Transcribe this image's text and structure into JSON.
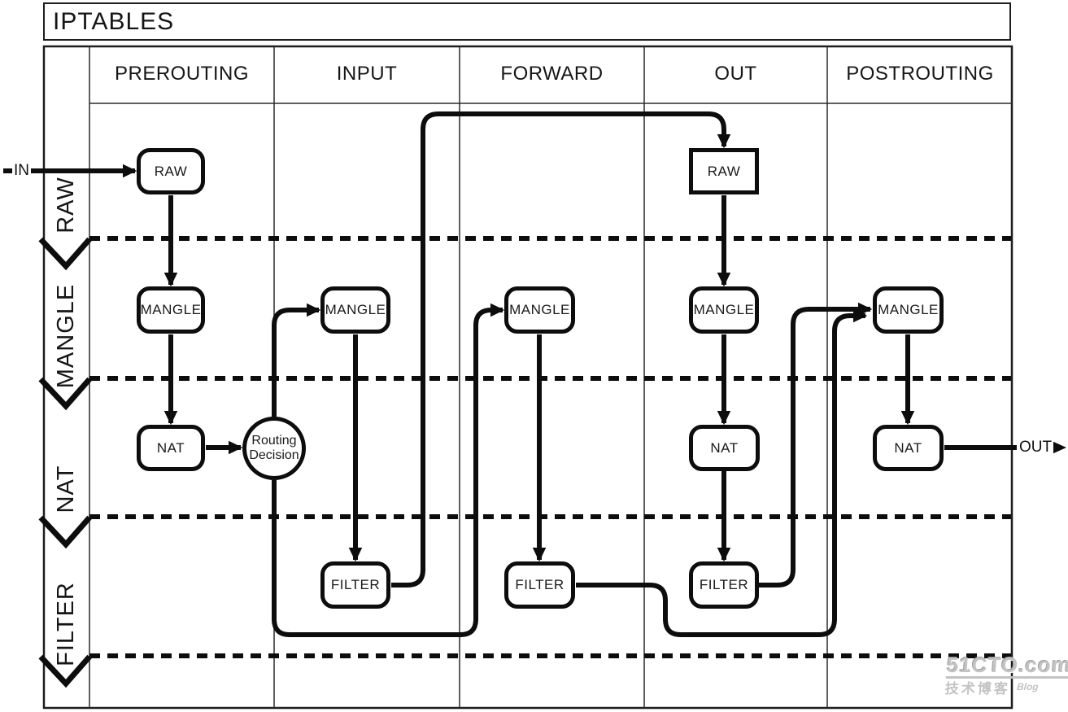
{
  "title": "IPTABLES",
  "columns": [
    {
      "label": "PREROUTING"
    },
    {
      "label": "INPUT"
    },
    {
      "label": "FORWARD"
    },
    {
      "label": "OUT"
    },
    {
      "label": "POSTROUTING"
    }
  ],
  "rows": [
    {
      "label": "RAW"
    },
    {
      "label": "MANGLE"
    },
    {
      "label": "NAT"
    },
    {
      "label": "FILTER"
    }
  ],
  "nodes": {
    "prerouting_raw": "RAW",
    "prerouting_mangle": "MANGLE",
    "prerouting_nat": "NAT",
    "input_mangle": "MANGLE",
    "input_filter": "FILTER",
    "forward_mangle": "MANGLE",
    "forward_filter": "FILTER",
    "out_raw": "RAW",
    "out_mangle": "MANGLE",
    "out_nat": "NAT",
    "out_filter": "FILTER",
    "postrouting_mangle": "MANGLE",
    "postrouting_nat": "NAT"
  },
  "routing_decision": {
    "line1": "Routing",
    "line2": "Decision"
  },
  "flow": {
    "in_label": "IN",
    "out_label": "OUT"
  },
  "watermark": {
    "brand": "51CTO.com",
    "tagline": "技术博客",
    "blog_label": "Blog"
  },
  "colors": {
    "ink": "#111111",
    "background": "#ffffff",
    "watermark_gray": "#c3c3c3"
  }
}
